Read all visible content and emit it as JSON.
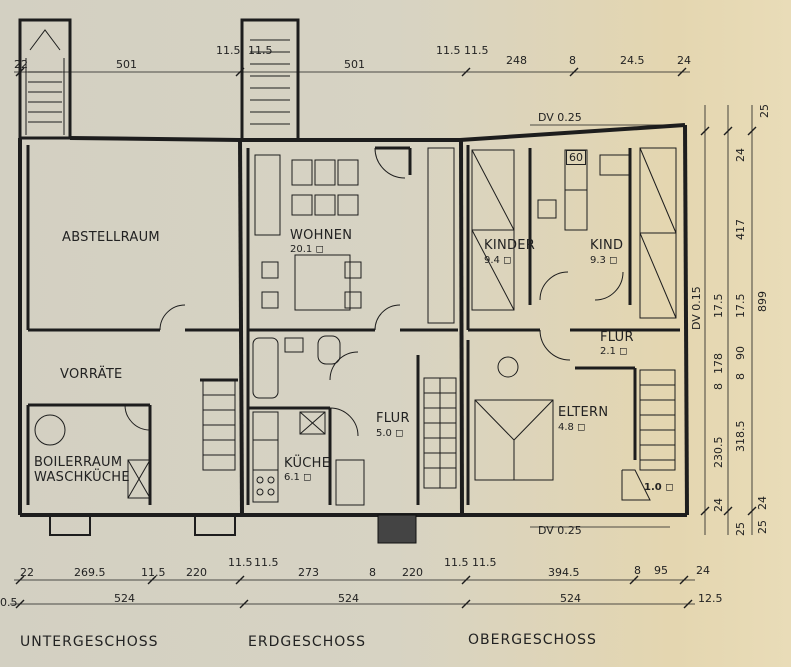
{
  "rooms": {
    "abstellraum": "ABSTELLRAUM",
    "vorraete": "VORRÄTE",
    "boilerraum_1": "BOILERRAUM",
    "boilerraum_2": "WASCHKÜCHE",
    "wohnen": "WOHNEN",
    "wohnen_area": "20.1",
    "kueche": "KÜCHE",
    "kueche_area": "6.1",
    "flur_eg": "FLUR",
    "flur_eg_area": "5.0",
    "kinder": "KINDER",
    "kinder_area": "9.4",
    "kind": "KIND",
    "kind_area": "9.3",
    "flur_og": "FLUR",
    "flur_og_area": "2.1",
    "eltern": "ELTERN",
    "eltern_area": "4.8",
    "small_area": "1.0"
  },
  "annotations": {
    "dv_top": "DV 0.25",
    "dv_bottom": "DV 0.25",
    "dv_side": "DV 0.15",
    "small_60": "60"
  },
  "dims_top": [
    "22",
    "501",
    "11.5",
    "11.5",
    "501",
    "11.5",
    "11.5",
    "248",
    "8",
    "24.5",
    "24"
  ],
  "dims_bottom_1": [
    "22",
    "269.5",
    "11.5",
    "220",
    "11.5",
    "11.5",
    "273",
    "8",
    "220",
    "11.5",
    "11.5",
    "394.5",
    "8",
    "95",
    "24"
  ],
  "dims_bottom_2": [
    "0.5",
    "524",
    "524",
    "524",
    "12.5"
  ],
  "dims_right": [
    "25",
    "24",
    "417",
    "17.5",
    "17.5",
    "178",
    "8",
    "90",
    "8",
    "230.5",
    "318.5",
    "24",
    "25",
    "899",
    "24",
    "25"
  ],
  "floors": {
    "untergeschoss": "UNTERGESCHOSS",
    "erdgeschoss": "ERDGESCHOSS",
    "obergeschoss": "OBERGESCHOSS"
  }
}
